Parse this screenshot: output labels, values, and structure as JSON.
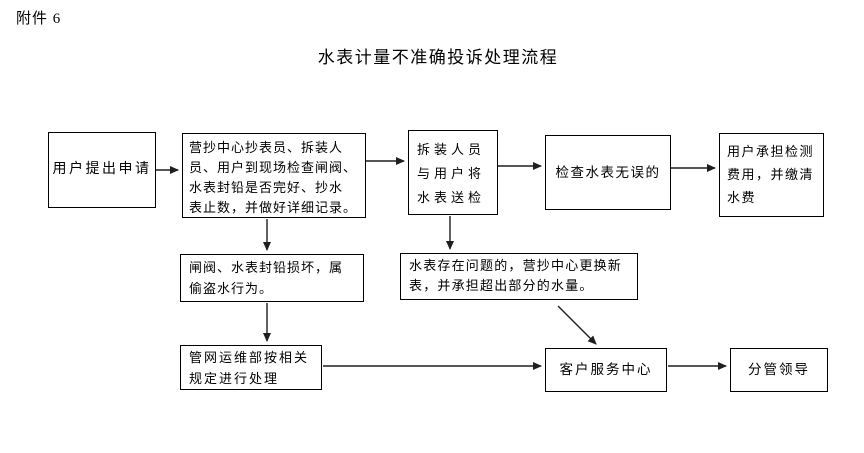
{
  "page": {
    "attachment_label": "附件 6",
    "title": "水表计量不准确投诉处理流程"
  },
  "flowchart": {
    "nodes": [
      {
        "id": "apply",
        "text": "用户提出申请"
      },
      {
        "id": "site-check",
        "text": "营抄中心抄表员、拆装人\n员、用户到现场检查闸阀、\n水表封铅是否完好、抄水\n表止数，并做好详细记录。"
      },
      {
        "id": "send-test",
        "text": "拆装人员\n与用户将\n水表送检"
      },
      {
        "id": "meter-ok",
        "text": "检查水表无误的"
      },
      {
        "id": "user-pay",
        "text": "用户承担检测\n费用，并缴清\n水费"
      },
      {
        "id": "seal-damaged",
        "text": "闸阀、水表封铅损坏，属\n偷盗水行为。"
      },
      {
        "id": "meter-problem",
        "text": "水表存在问题的，营抄中心更换新\n表，并承担超出部分的水量。"
      },
      {
        "id": "pipeline-dept",
        "text": "管网运维部按相关\n规定进行处理"
      },
      {
        "id": "customer-service",
        "text": "客户服务中心"
      },
      {
        "id": "leader",
        "text": "分管领导"
      }
    ],
    "edges": [
      {
        "from": "apply",
        "to": "site-check"
      },
      {
        "from": "site-check",
        "to": "send-test"
      },
      {
        "from": "send-test",
        "to": "meter-ok"
      },
      {
        "from": "meter-ok",
        "to": "user-pay"
      },
      {
        "from": "site-check",
        "to": "seal-damaged"
      },
      {
        "from": "send-test",
        "to": "meter-problem"
      },
      {
        "from": "seal-damaged",
        "to": "pipeline-dept"
      },
      {
        "from": "meter-problem",
        "to": "customer-service"
      },
      {
        "from": "pipeline-dept",
        "to": "customer-service"
      },
      {
        "from": "customer-service",
        "to": "leader"
      }
    ],
    "line_color": "#1f1f1f"
  }
}
